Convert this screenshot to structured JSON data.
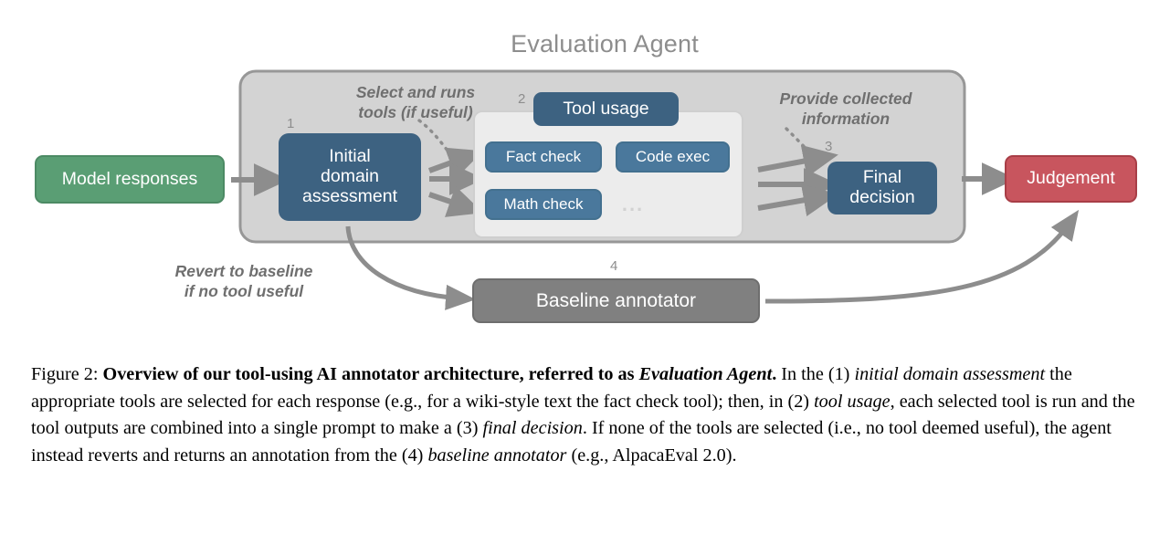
{
  "figure": {
    "agent_panel_title": "Evaluation Agent",
    "nodes": {
      "model_responses": "Model responses",
      "initial_assessment_lines": [
        "Initial",
        "domain",
        "assessment"
      ],
      "tool_usage_header": "Tool usage",
      "tools": [
        "Fact check",
        "Code exec",
        "Math check"
      ],
      "tool_ellipsis": "...",
      "final_decision_lines": [
        "Final",
        "decision"
      ],
      "judgement": "Judgement",
      "baseline_annotator": "Baseline annotator"
    },
    "annotations": {
      "select_and_runs": "Select and runs\ntools (if useful)",
      "select_and_runs_line1": "Select and runs",
      "select_and_runs_line2": "tools (if useful)",
      "provide_collected_line1": "Provide collected",
      "provide_collected_line2": "information",
      "revert_line1": "Revert to baseline",
      "revert_line2": "if no tool useful"
    },
    "step_numbers": {
      "initial_assessment": "1",
      "tool_usage": "2",
      "final_decision": "3",
      "baseline_annotator": "4"
    },
    "colors": {
      "input_green": "#5a9e74",
      "process_blue": "#3d6281",
      "tool_blue": "#4a789c",
      "output_red": "#c8555e",
      "baseline_gray": "#808080",
      "panel_gray": "#d3d3d3",
      "subpanel_gray": "#ececec",
      "arrow_gray": "#8d8d8d",
      "label_gray": "#6f6f6f"
    }
  },
  "caption": {
    "figure_label": "Figure 2:",
    "bold_part_1": "Overview of our tool-using AI annotator architecture, referred to as ",
    "bold_italic_1": "Evaluation Agent",
    "bold_part_2": ".",
    "body_1": " In the (1) ",
    "italic_1": "initial domain assessment",
    "body_2": " the appropriate tools are selected for each response (e.g., for a wiki-style text the fact check tool); then, in (2) ",
    "italic_2": "tool usage",
    "body_3": ", each selected tool is run and the tool outputs are combined into a single prompt to make a (3) ",
    "italic_3": "final decision",
    "body_4": ". If none of the tools are selected (i.e., no tool deemed useful), the agent instead reverts and returns an annotation from the (4) ",
    "italic_4": "baseline annotator",
    "body_5": " (e.g., AlpacaEval 2.0)."
  }
}
